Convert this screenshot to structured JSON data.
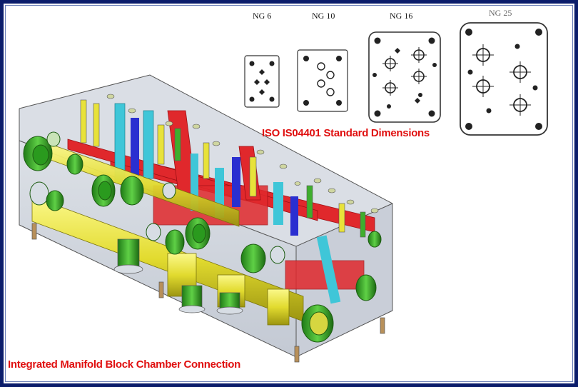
{
  "patterns": [
    {
      "id": "ng6",
      "label": "NG 6"
    },
    {
      "id": "ng10",
      "label": "NG 10"
    },
    {
      "id": "ng16",
      "label": "NG 16"
    },
    {
      "id": "ng25",
      "label": "NG 25"
    }
  ],
  "captions": {
    "standard": "ISO IS04401 Standard Dimensions",
    "manifold": "Integrated Manifold Block Chamber Connection"
  },
  "colors": {
    "frame": "#0b1d6b",
    "caption": "#e01010",
    "pipe_yellow": "#e8e23a",
    "pipe_green": "#3fae2e",
    "pipe_red": "#e0282c",
    "pipe_cyan": "#3fc6d8",
    "pipe_blue": "#2a2fd0",
    "block_glass": "#c9cfd8"
  }
}
